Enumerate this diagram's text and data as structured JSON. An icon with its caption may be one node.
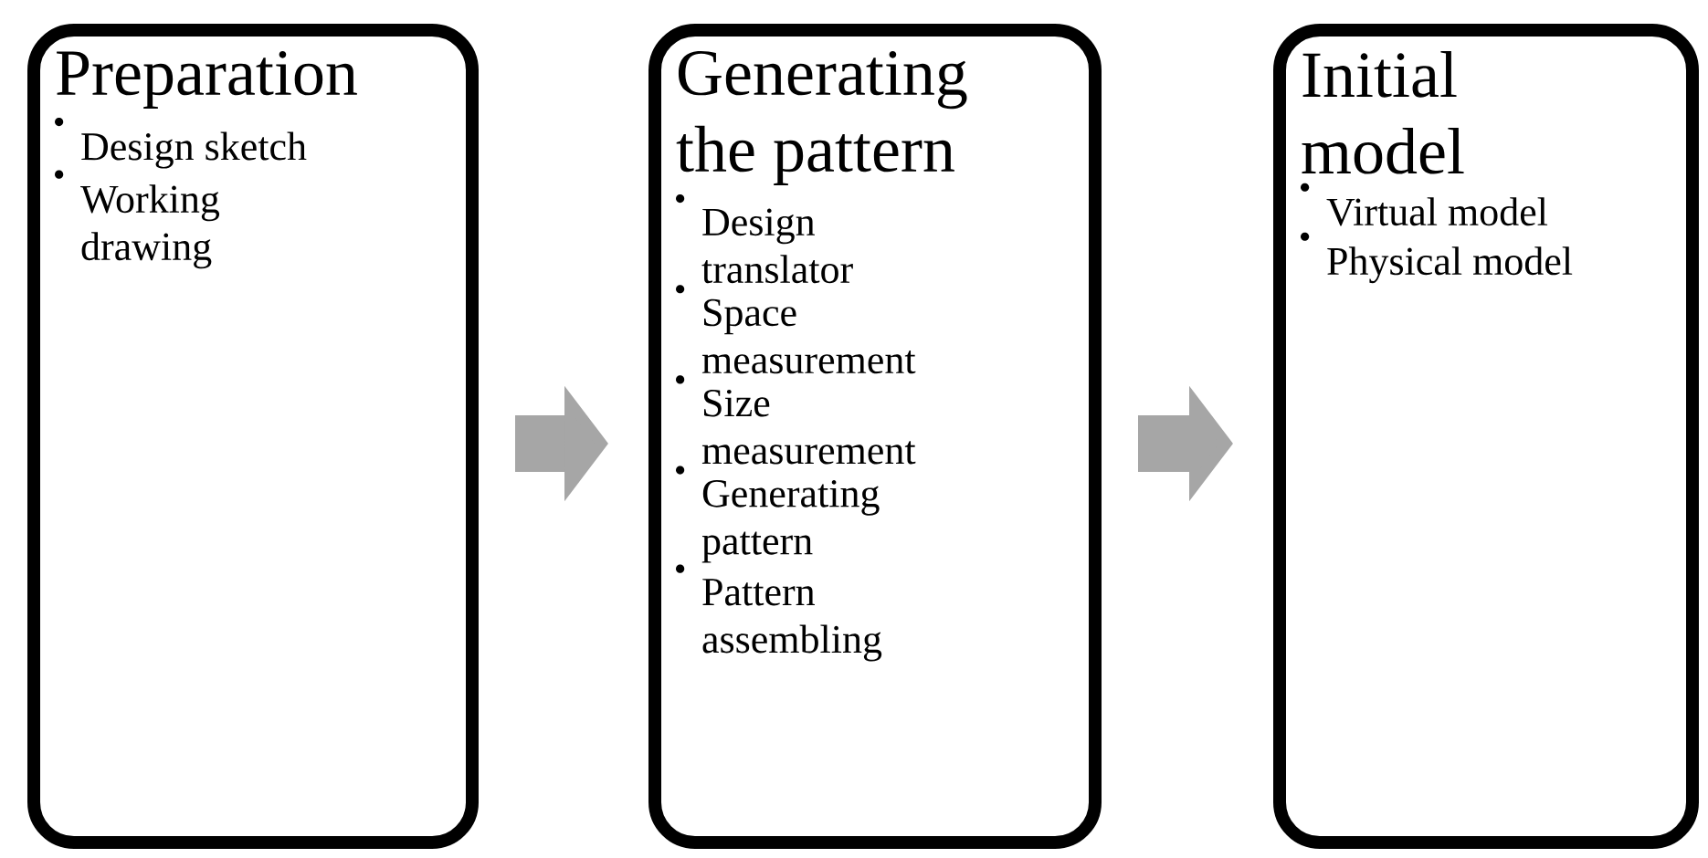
{
  "diagram": {
    "nodes": [
      {
        "text": [
          "Preparation",
          "Design sketch",
          "Working drawing"
        ]
      },
      {
        "text": [
          "Generating the pattern",
          "Design translator",
          "Space measurement",
          "Size measurement",
          "Generating pattern",
          "Pattern assembling"
        ]
      },
      {
        "text": [
          "Initial model",
          "Virtual model",
          "Physical model"
        ]
      }
    ],
    "edges": [
      {
        "from": 0,
        "to": 1,
        "arrow": "to"
      },
      {
        "from": 1,
        "to": 2,
        "arrow": "to"
      }
    ]
  }
}
